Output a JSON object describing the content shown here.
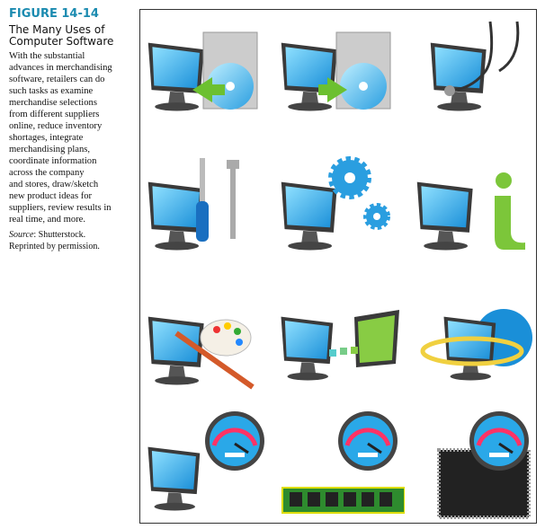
{
  "figure": {
    "label": "FIGURE 14-14",
    "title_lines": [
      "The Many Uses of",
      "Computer Software"
    ],
    "caption_lines": [
      "With the substantial",
      "advances in merchandising",
      "software, retailers can do",
      "such tasks as examine",
      "merchandise selections",
      "from different suppliers",
      "online, reduce inventory",
      "shortages, integrate",
      "merchandising plans,",
      "coordinate information",
      "across the company",
      "and stores, draw/sketch",
      "new product ideas for",
      "suppliers, review results in",
      "real time, and more."
    ],
    "source_label": "Source",
    "source_text": ": Shutterstock.",
    "source_line2": "Reprinted by permission."
  },
  "icons": [
    "monitor-box-cd-in",
    "monitor-box-cd-out",
    "monitor-stethoscope",
    "monitor-tools",
    "monitor-gears",
    "monitor-info",
    "monitor-palette",
    "monitor-connect",
    "monitor-globe",
    "monitor-gauge",
    "ram-gauge",
    "chip-gauge"
  ],
  "colors": {
    "accent": "#1b8bb0",
    "screen": "#2aa8e8",
    "green": "#6cc030"
  }
}
